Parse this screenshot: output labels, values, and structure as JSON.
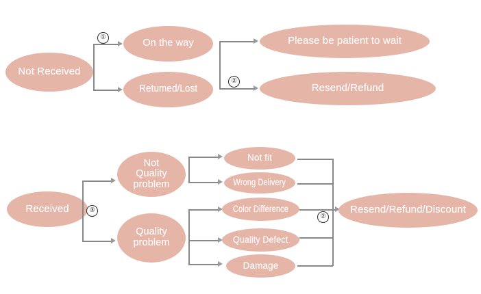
{
  "diagram": {
    "title": "Order Issue Resolution Flowchart",
    "background_color": "#ffffff",
    "node_fill_color": "#e5b5a8",
    "node_text_color": "#ffffff",
    "connector_color": "#888888",
    "arrow_color": "#9a9a9a",
    "marker_text_color": "#2b2b2b"
  },
  "flow_not_received": {
    "root": {
      "label": "Not Received"
    },
    "marker_1": {
      "label": "①"
    },
    "branches": [
      {
        "label": "On the way"
      },
      {
        "label": "Retumed/Lost"
      }
    ],
    "marker_2": {
      "label": "②"
    },
    "outcomes": [
      {
        "label": "Please be patient to wait"
      },
      {
        "label": "Resend/Refund"
      }
    ]
  },
  "flow_received": {
    "root": {
      "label": "Received"
    },
    "marker_3": {
      "label": "③"
    },
    "branches": [
      {
        "label": "Not\nQuality\nproblem"
      },
      {
        "label": "Quality\nproblem"
      }
    ],
    "reasons": [
      {
        "label": "Not fit"
      },
      {
        "label": "Wrong Delivery"
      },
      {
        "label": "Color Difference"
      },
      {
        "label": "Quality Defect"
      },
      {
        "label": "Damage"
      }
    ],
    "marker_2": {
      "label": "②"
    },
    "outcome": {
      "label": "Resend/Refund/Discount"
    }
  }
}
